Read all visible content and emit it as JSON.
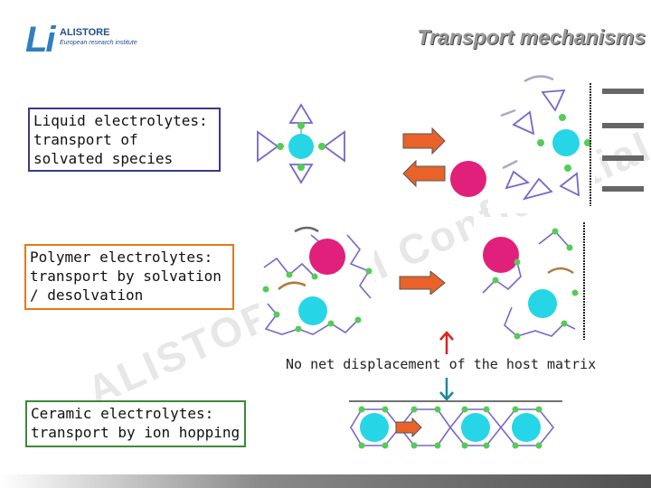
{
  "header": {
    "logo_mark": "Li",
    "logo_name": "ALISTORE",
    "logo_sub": "European research institute",
    "title": "Transport mechanisms"
  },
  "watermark": "ALISTORE-ERI Confidential",
  "boxes": {
    "liquid": {
      "head": "Liquid electrolytes:",
      "body": "transport of solvated species"
    },
    "polymer": {
      "head": "Polymer electrolytes:",
      "body": "transport by solvation / desolvation"
    },
    "ceramic": {
      "head": "Ceramic electrolytes:",
      "body": "transport by ion hopping"
    }
  },
  "caption": "No net displacement of the host matrix",
  "colors": {
    "cation": "#26d6e6",
    "anion": "#e0207a",
    "arrow_right": "#e8622a",
    "polymer_chain": "#7766cc",
    "bond_node": "#55cc55"
  }
}
